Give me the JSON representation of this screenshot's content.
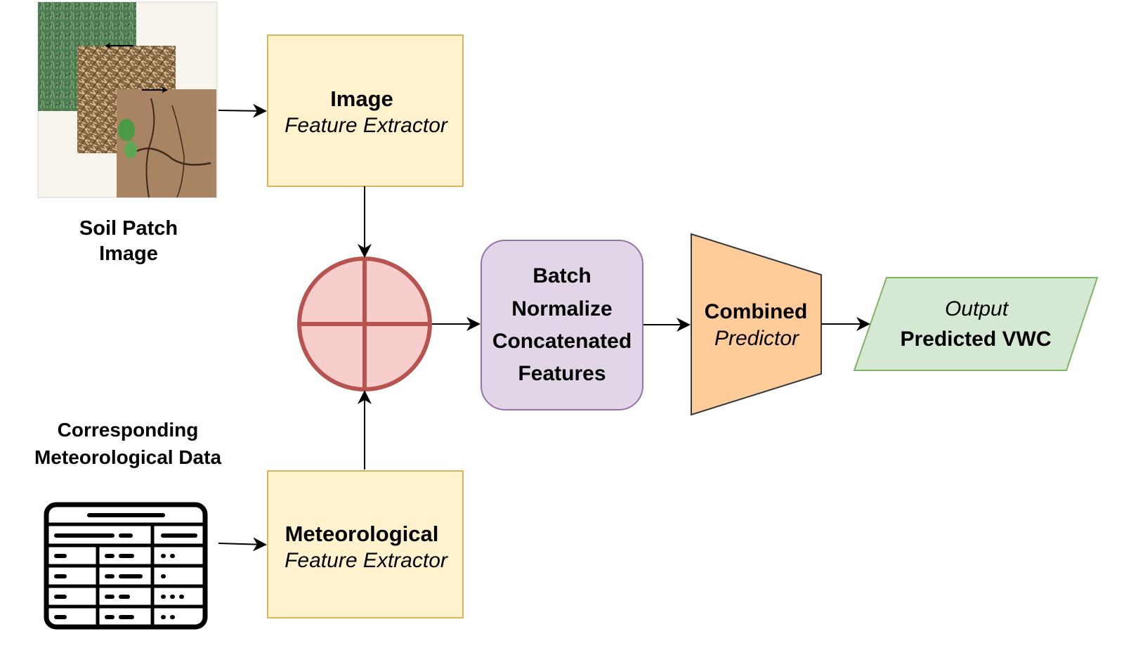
{
  "labels": {
    "soil_patch_line1": "Soil Patch",
    "soil_patch_line2": "Image",
    "met_data_line1": "Corresponding",
    "met_data_line2": "Meteorological Data"
  },
  "nodes": {
    "image_extractor": {
      "title": "Image",
      "subtitle": "Feature Extractor"
    },
    "met_extractor": {
      "title": "Meteorological",
      "subtitle": "Feature Extractor"
    },
    "batch_norm": {
      "lines": [
        "Batch",
        "Normalize",
        "Concatenated",
        "Features"
      ]
    },
    "predictor": {
      "title": "Combined",
      "subtitle": "Predictor"
    },
    "output": {
      "title": "Output",
      "subtitle": "Predicted VWC"
    }
  },
  "colors": {
    "extractor_fill": "#fff2cc",
    "extractor_stroke": "#d6b656",
    "concat_fill": "#f8cecc",
    "concat_stroke": "#b85450",
    "batch_fill": "#e1d5e7",
    "batch_stroke": "#9673a6",
    "predictor_fill": "#ffcc99",
    "predictor_stroke": "#36393d",
    "output_fill": "#d5e8d4",
    "output_stroke": "#82b366"
  },
  "icons": {
    "soil_images": "soil-patch-images-icon",
    "concat": "concatenate-circle-icon",
    "table": "data-table-icon"
  }
}
